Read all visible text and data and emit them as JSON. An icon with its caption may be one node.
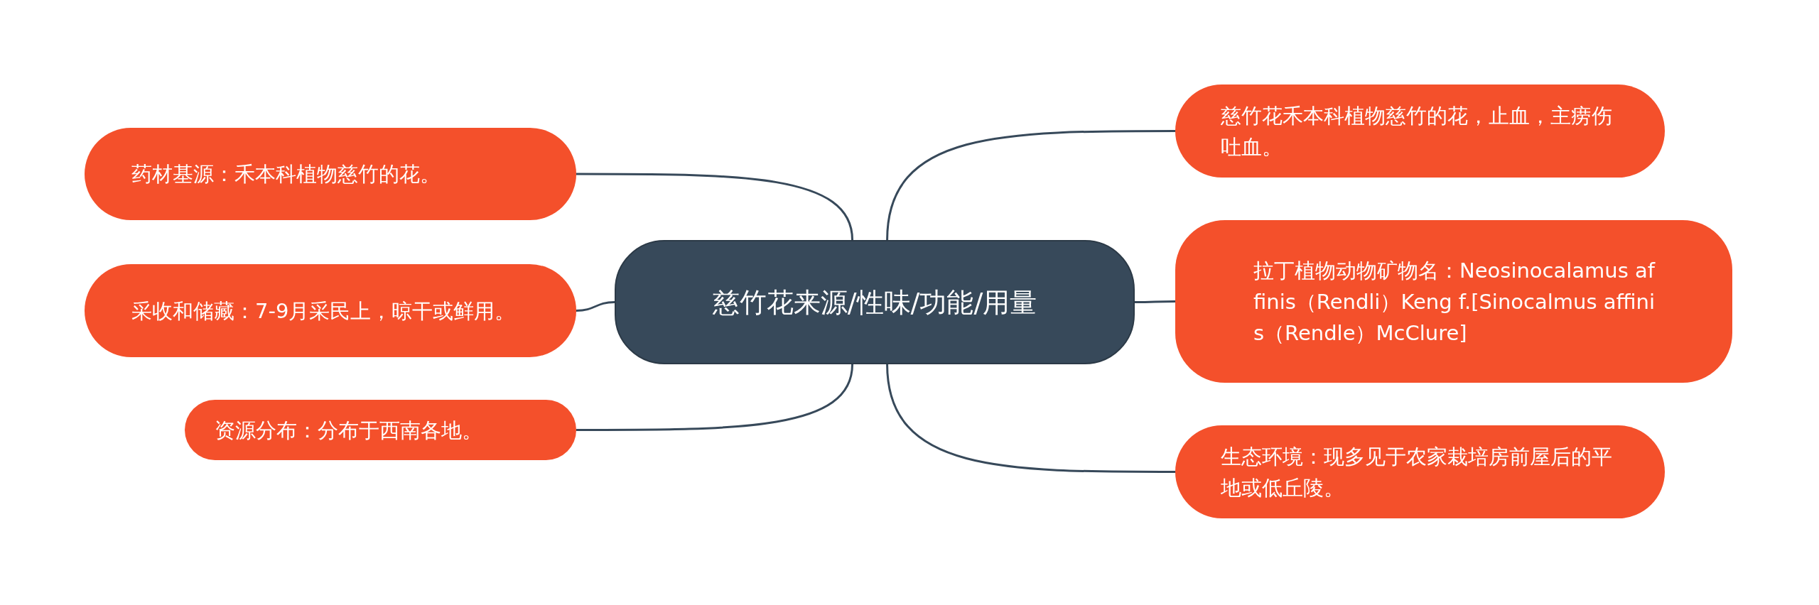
{
  "diagram": {
    "nodes": [
      {
        "text": [
          "慈竹花来源/性味/功能/用量"
        ]
      },
      {
        "text": [
          "药材基源：禾本科植物慈竹的花。"
        ]
      },
      {
        "text": [
          "采收和储藏：7-9月采民上，晾干或鲜用。"
        ]
      },
      {
        "text": [
          "资源分布：分布于西南各地。"
        ]
      },
      {
        "text": [
          "慈竹花禾本科植物慈竹的花，止血，主痨伤吐血。"
        ]
      },
      {
        "text": [
          "拉丁植物动物矿物名：Neosinocalamus affinis（Rendli）Keng f.[Sinocalmus affinis（Rendle）McClure]"
        ]
      },
      {
        "text": [
          "生态环境：现多见于农家栽培房前屋后的平地或低丘陵。"
        ]
      }
    ],
    "edges": [
      {
        "from": 0,
        "to": 1,
        "arrow": "none"
      },
      {
        "from": 0,
        "to": 2,
        "arrow": "none"
      },
      {
        "from": 0,
        "to": 3,
        "arrow": "none"
      },
      {
        "from": 0,
        "to": 4,
        "arrow": "none"
      },
      {
        "from": 0,
        "to": 5,
        "arrow": "none"
      },
      {
        "from": 0,
        "to": 6,
        "arrow": "none"
      }
    ]
  }
}
